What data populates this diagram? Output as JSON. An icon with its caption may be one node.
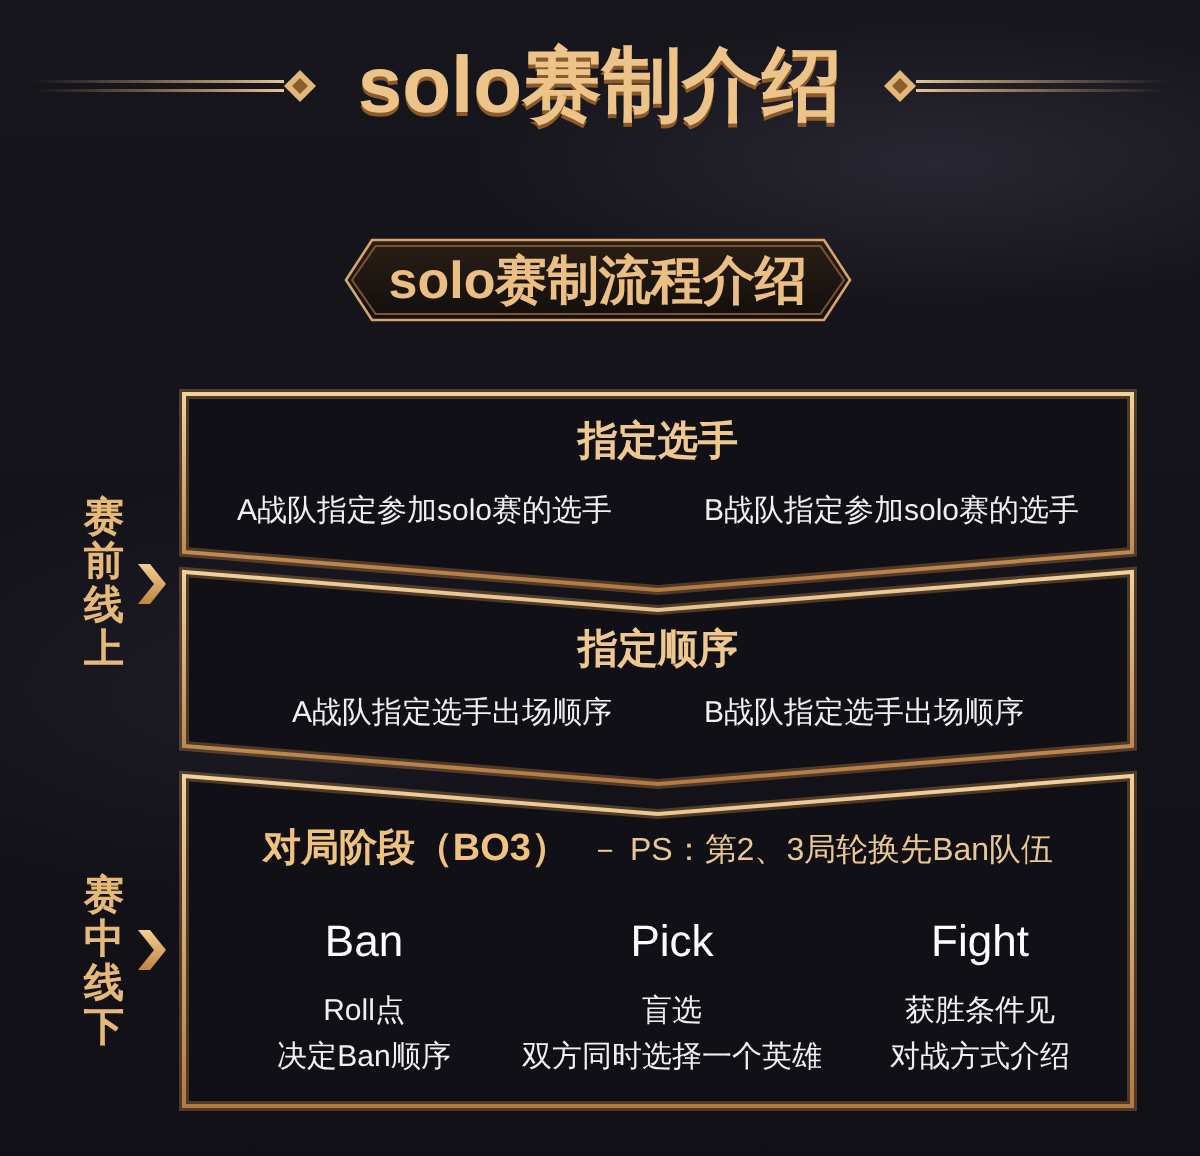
{
  "diagram": {
    "title": "solo赛制介绍",
    "nodes": [
      {
        "text": [
          "solo赛制流程介绍"
        ]
      },
      {
        "text": [
          "指定选手",
          "A战队指定参加solo赛的选手",
          "B战队指定参加solo赛的选手"
        ]
      },
      {
        "text": [
          "指定顺序",
          "A战队指定选手出场顺序",
          "B战队指定选手出场顺序"
        ]
      },
      {
        "text": [
          "对局阶段（BO3）",
          "－ PS：第2、3局轮换先Ban队伍",
          "Ban",
          "Roll点",
          "决定Ban顺序",
          "Pick",
          "盲选",
          "双方同时选择一个英雄",
          "Fight",
          "获胜条件见",
          "对战方式介绍"
        ]
      }
    ],
    "labels": [
      "赛前线上",
      "赛中线下"
    ]
  }
}
